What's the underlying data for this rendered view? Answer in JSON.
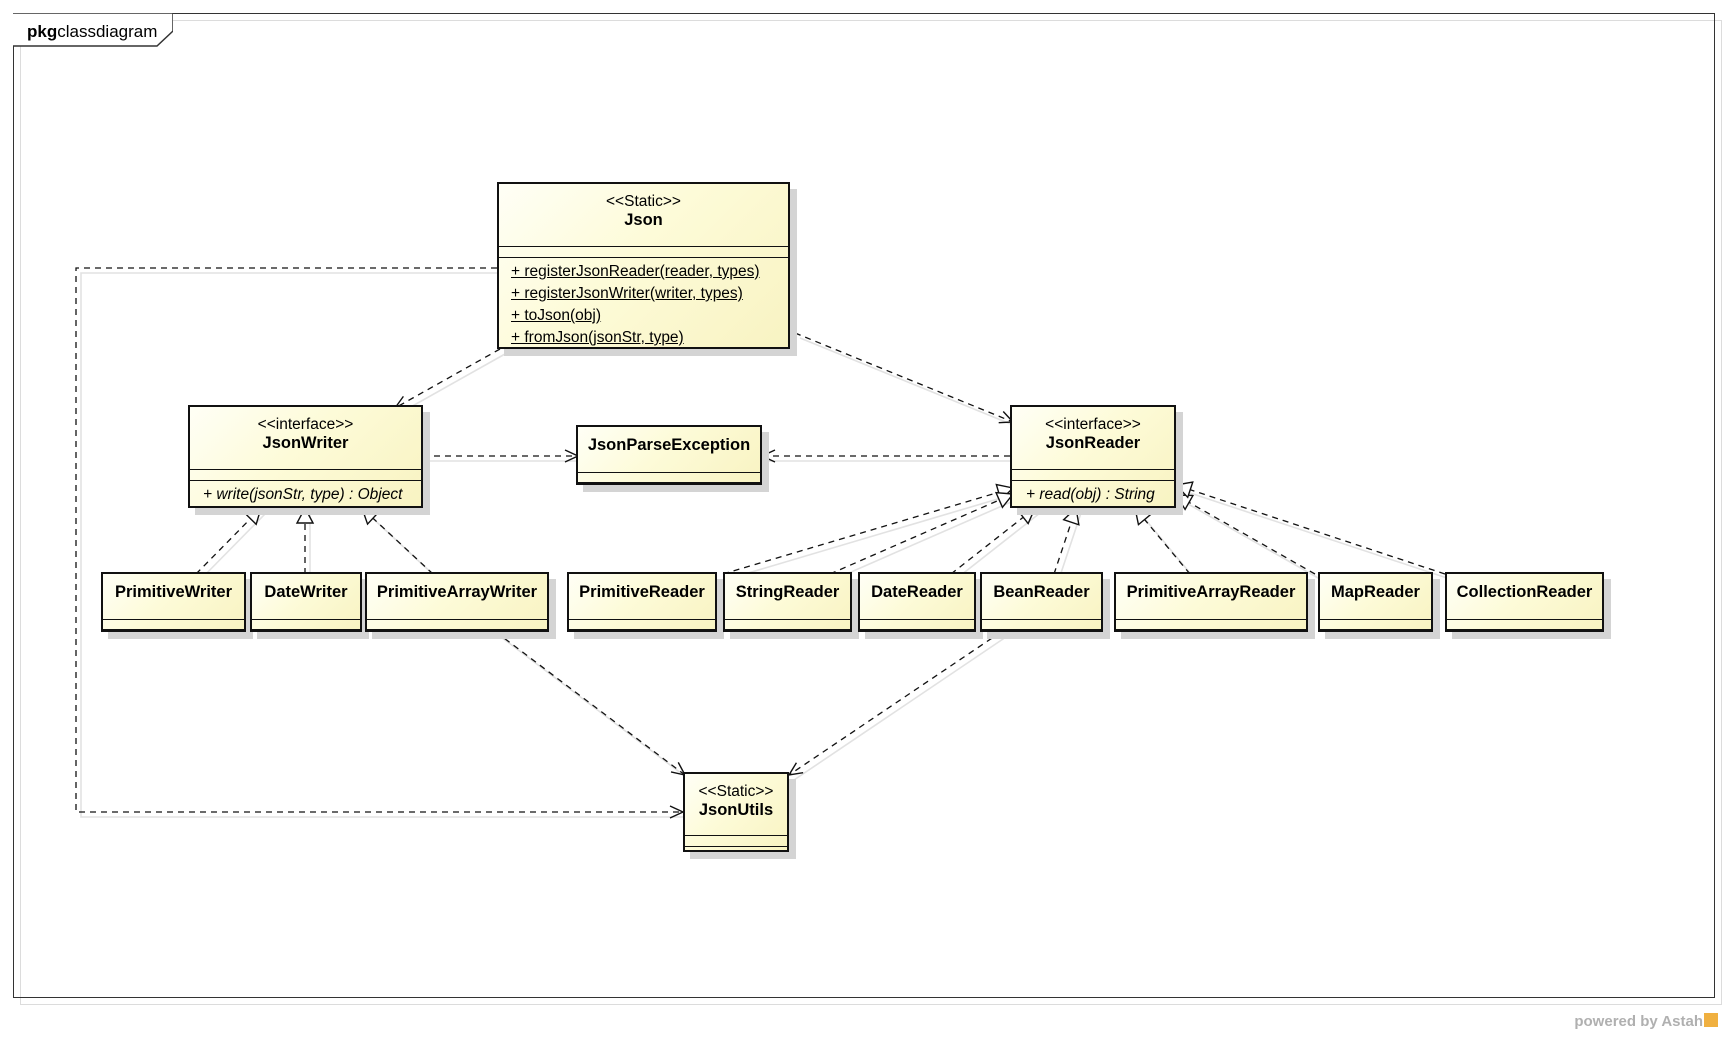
{
  "frame": {
    "kind": "pkg",
    "name": "classdiagram"
  },
  "classes": {
    "json": {
      "stereotype": "<<Static>>",
      "name": "Json",
      "operations": [
        "+ registerJsonReader(reader, types)",
        "+ registerJsonWriter(writer, types)",
        "+ toJson(obj)",
        "+ fromJson(jsonStr, type)"
      ]
    },
    "json_writer": {
      "stereotype": "<<interface>>",
      "name": "JsonWriter",
      "operations": [
        "+ write(jsonStr, type) : Object"
      ]
    },
    "json_parse_exception": {
      "name": "JsonParseException"
    },
    "json_reader": {
      "stereotype": "<<interface>>",
      "name": "JsonReader",
      "operations": [
        "+ read(obj) : String"
      ]
    },
    "primitive_writer": {
      "name": "PrimitiveWriter"
    },
    "date_writer": {
      "name": "DateWriter"
    },
    "primitive_array_writer": {
      "name": "PrimitiveArrayWriter"
    },
    "primitive_reader": {
      "name": "PrimitiveReader"
    },
    "string_reader": {
      "name": "StringReader"
    },
    "date_reader": {
      "name": "DateReader"
    },
    "bean_reader": {
      "name": "BeanReader"
    },
    "primitive_array_reader": {
      "name": "PrimitiveArrayReader"
    },
    "map_reader": {
      "name": "MapReader"
    },
    "collection_reader": {
      "name": "CollectionReader"
    },
    "json_utils": {
      "stereotype": "<<Static>>",
      "name": "JsonUtils"
    }
  },
  "relations": [
    {
      "from": "Json",
      "to": "JsonWriter",
      "kind": "dependency"
    },
    {
      "from": "Json",
      "to": "JsonReader",
      "kind": "dependency"
    },
    {
      "from": "Json",
      "to": "JsonUtils",
      "kind": "dependency"
    },
    {
      "from": "JsonWriter",
      "to": "JsonParseException",
      "kind": "dependency"
    },
    {
      "from": "JsonReader",
      "to": "JsonParseException",
      "kind": "dependency"
    },
    {
      "from": "PrimitiveWriter",
      "to": "JsonWriter",
      "kind": "realization"
    },
    {
      "from": "DateWriter",
      "to": "JsonWriter",
      "kind": "realization"
    },
    {
      "from": "PrimitiveArrayWriter",
      "to": "JsonWriter",
      "kind": "realization"
    },
    {
      "from": "PrimitiveReader",
      "to": "JsonReader",
      "kind": "realization"
    },
    {
      "from": "StringReader",
      "to": "JsonReader",
      "kind": "realization"
    },
    {
      "from": "DateReader",
      "to": "JsonReader",
      "kind": "realization"
    },
    {
      "from": "BeanReader",
      "to": "JsonReader",
      "kind": "realization"
    },
    {
      "from": "PrimitiveArrayReader",
      "to": "JsonReader",
      "kind": "realization"
    },
    {
      "from": "MapReader",
      "to": "JsonReader",
      "kind": "realization"
    },
    {
      "from": "CollectionReader",
      "to": "JsonReader",
      "kind": "realization"
    },
    {
      "from": "PrimitiveArrayWriter",
      "to": "JsonUtils",
      "kind": "dependency"
    },
    {
      "from": "BeanReader",
      "to": "JsonUtils",
      "kind": "dependency"
    }
  ],
  "footer": {
    "powered_by": "powered by Astah"
  }
}
